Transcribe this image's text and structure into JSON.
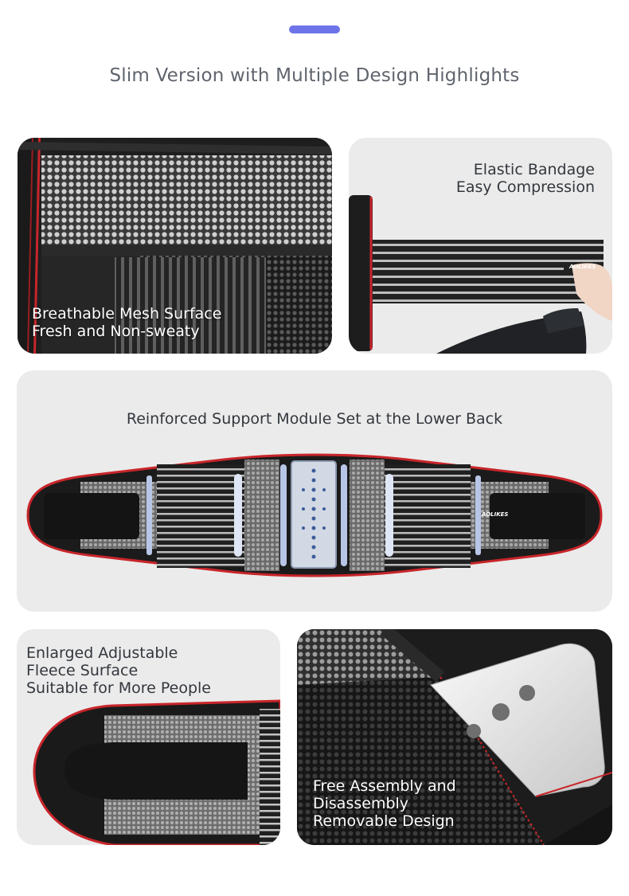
{
  "header": {
    "title": "Slim Version with Multiple Design Highlights",
    "accent_color": "#6f73e8"
  },
  "cards": {
    "mesh": {
      "line1": "Breathable Mesh Surface",
      "line2": "Fresh and Non-sweaty"
    },
    "bandage": {
      "line1": "Elastic Bandage",
      "line2": "Easy Compression",
      "brand": "AOLIKES"
    },
    "support": {
      "title": "Reinforced Support Module Set at the Lower Back",
      "brand": "AOLIKES"
    },
    "fleece": {
      "line1": "Enlarged Adjustable",
      "line2": "Fleece Surface",
      "line3": "Suitable for More People"
    },
    "plate": {
      "line1": "Free Assembly and",
      "line2": "Disassembly",
      "line3": "Removable Design"
    }
  },
  "colors": {
    "trim_red": "#c8252a",
    "belt_black": "#1e1e1e",
    "panel_gray": "#ebebeb"
  }
}
